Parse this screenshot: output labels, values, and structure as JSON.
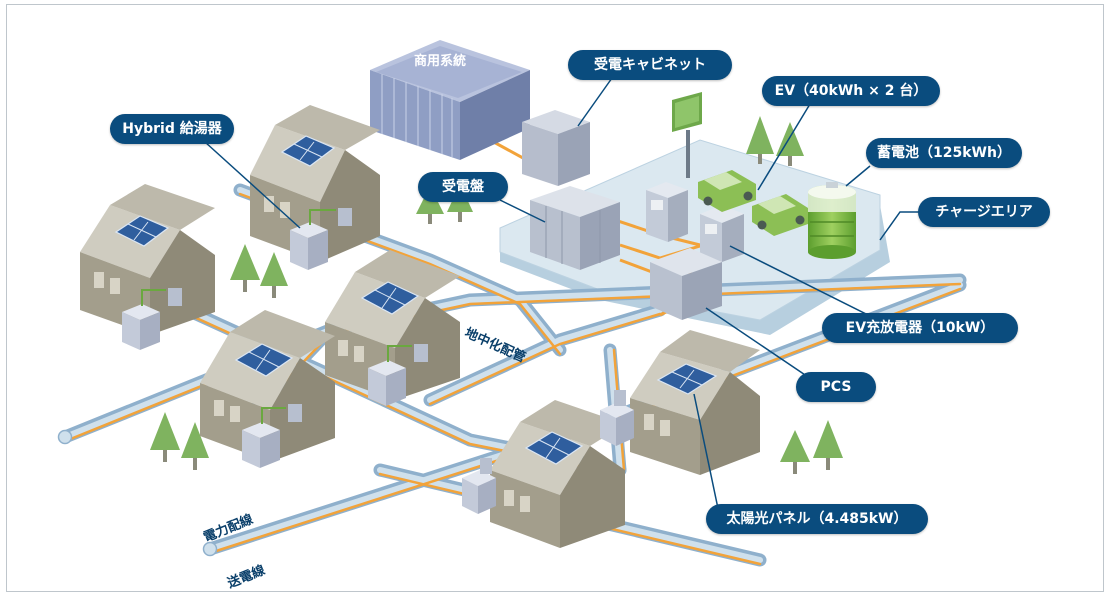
{
  "labels": {
    "commercial_grid": "商用系統",
    "receiving_cabinet": "受電キャビネット",
    "ev": "EV（40kWh × 2 台）",
    "hybrid_water_heater": "Hybrid 給湯器",
    "storage_battery": "蓄電池（125kWh）",
    "receiving_panel": "受電盤",
    "charge_area": "チャージエリア",
    "underground_wiring": "地中化配管",
    "ev_charger": "EV充放電器（10kW）",
    "pcs": "PCS",
    "power_distribution_line": "電力配線",
    "transmission_line": "送電線",
    "solar_panel": "太陽光パネル（4.485kW）"
  },
  "colors": {
    "label_bg": "#0a4c7e",
    "power_line": "#f2a33a",
    "conduit": "#a9c4dc",
    "house_wall": "#a39e8c",
    "roof": "#cfccc0",
    "solar": "#2f5e9e",
    "tree": "#7fb35f",
    "platform": "#d6e5ee",
    "building": "#8f9ec4"
  }
}
